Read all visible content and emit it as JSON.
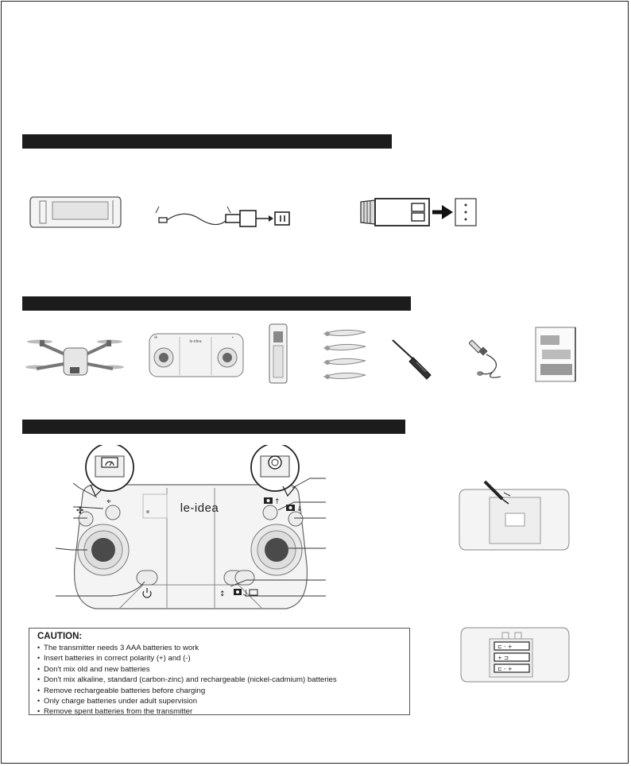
{
  "controller": {
    "logo_text": "le-idea"
  },
  "caution": {
    "title": "CAUTION:",
    "items": [
      "The transmitter needs 3 AAA batteries to work",
      "Insert batteries in correct polarity (+) and (-)",
      "Don't mix old and new batteries",
      "Don't mix alkaline, standard (carbon-zinc) and rechargeable (nickel-cadmium) batteries",
      "Remove rechargeable batteries before charging",
      "Only charge batteries under adult supervision",
      "Remove spent batteries from the transmitter"
    ]
  },
  "icons": [
    "drone-battery-icon",
    "charging-cable-icon",
    "battery-connector-icon",
    "drone-icon",
    "transmitter-icon",
    "battery-icon",
    "propeller-icon",
    "screwdriver-icon",
    "usb-cable-icon",
    "manual-icon",
    "speed-icon",
    "flip-icon",
    "camera-icon",
    "video-icon",
    "power-icon",
    "gimbal-icon",
    "battery-cover-screw-icon",
    "aaa-battery-icon"
  ]
}
